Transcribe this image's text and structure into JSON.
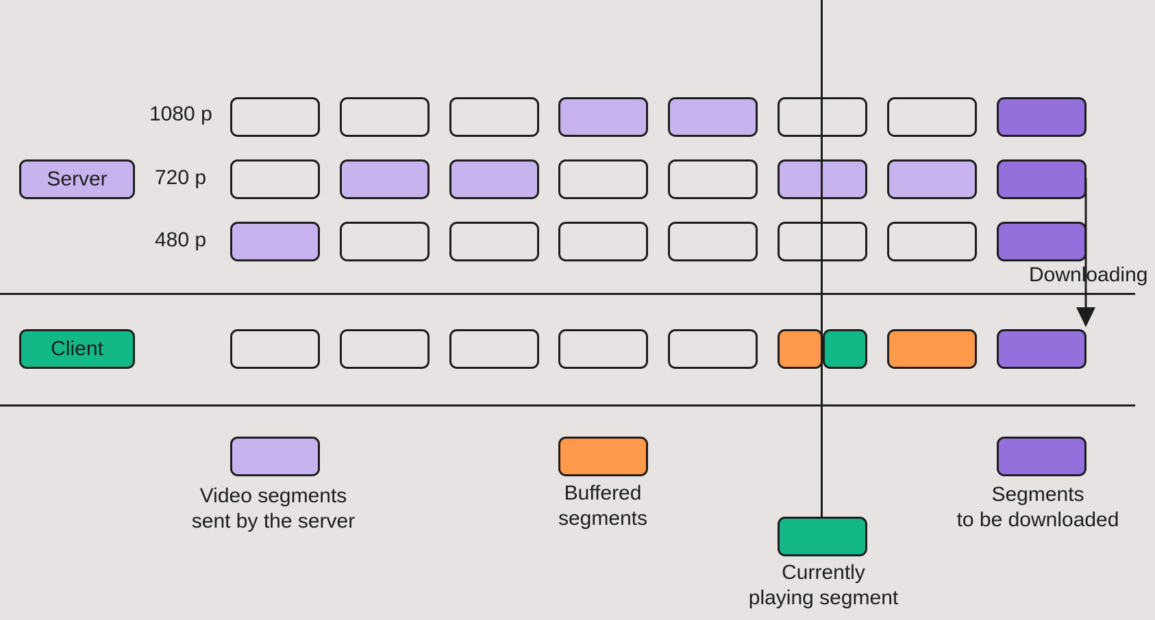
{
  "colors": {
    "background": "#e6e3e2",
    "empty": "#e6e3e2",
    "sent": "#c7b4ee",
    "buffered": "#ff9a4d",
    "playing": "#14b886",
    "to_download": "#9370db",
    "stroke": "#1d1d1d"
  },
  "server": {
    "label": "Server",
    "rows": [
      {
        "resolution": "1080 p",
        "segments": [
          "empty",
          "empty",
          "empty",
          "sent",
          "sent",
          "empty",
          "empty",
          "to_download"
        ]
      },
      {
        "resolution": "720 p",
        "segments": [
          "empty",
          "sent",
          "sent",
          "empty",
          "empty",
          "sent",
          "sent",
          "to_download"
        ]
      },
      {
        "resolution": "480 p",
        "segments": [
          "sent",
          "empty",
          "empty",
          "empty",
          "empty",
          "empty",
          "empty",
          "to_download"
        ]
      }
    ]
  },
  "client": {
    "label": "Client",
    "segments": [
      "empty",
      "empty",
      "empty",
      "empty",
      "empty",
      "buffered+playing",
      "buffered",
      "to_download"
    ]
  },
  "downloading_label": "Downloading",
  "legend": {
    "sent": {
      "line1": "Video segments",
      "line2": "sent by the server"
    },
    "buffered": {
      "line1": "Buffered",
      "line2": "segments"
    },
    "playing": {
      "line1": "Currently",
      "line2": "playing segment"
    },
    "to_download": {
      "line1": "Segments",
      "line2": "to be downloaded"
    }
  }
}
